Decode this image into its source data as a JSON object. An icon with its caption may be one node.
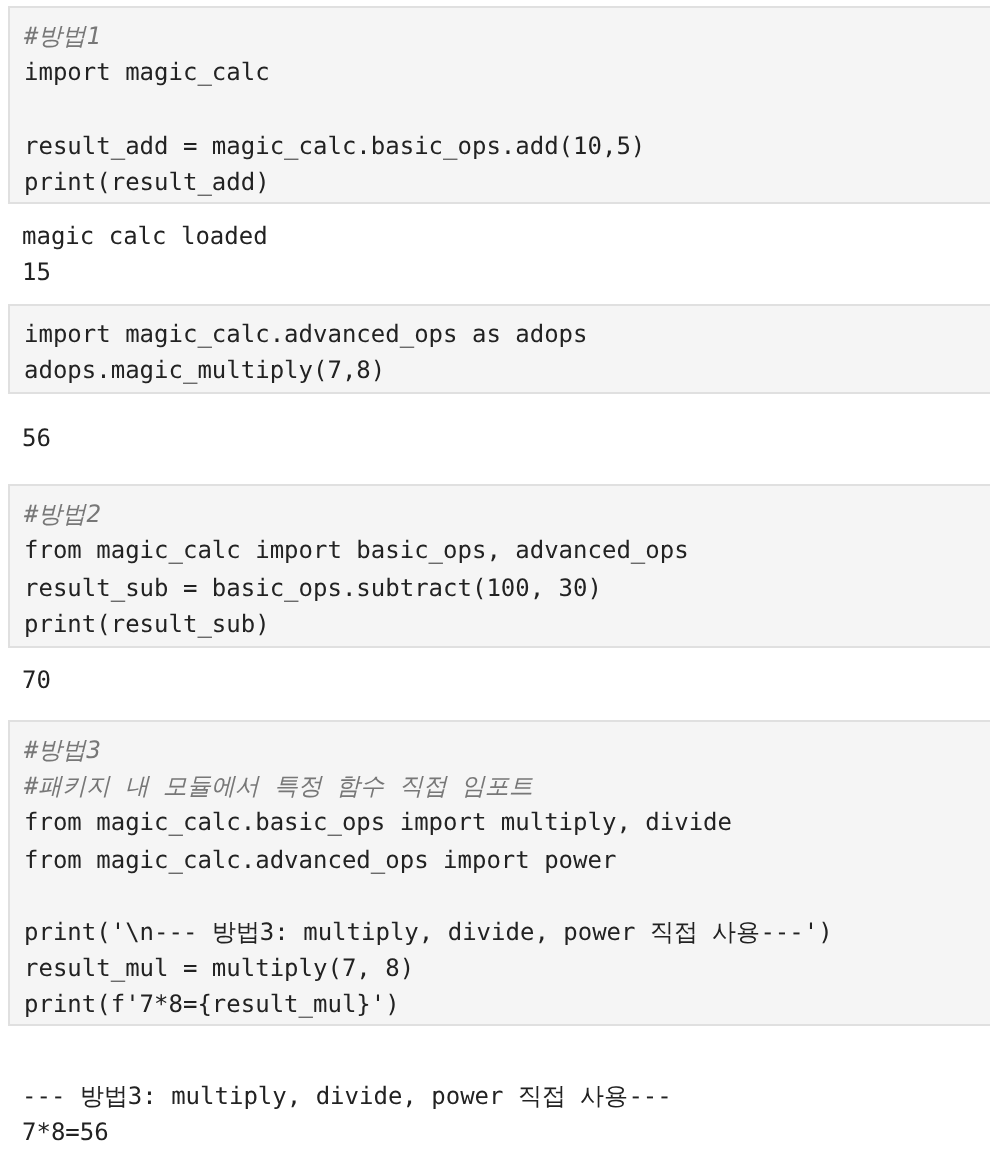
{
  "diagram": {
    "nodes": [
      {
        "text": [
          "#방법1",
          "import magic_calc",
          "result_add = magic_calc.basic_ops.add(10,5)",
          "print(result_add)"
        ]
      },
      {
        "text": [
          "import magic_calc.advanced_ops as adops",
          "adops.magic_multiply(7,8)"
        ]
      },
      {
        "text": [
          "#방법2",
          "from magic_calc import basic_ops, advanced_ops",
          "result_sub = basic_ops.subtract(100, 30)",
          "print(result_sub)"
        ]
      },
      {
        "text": [
          "#방법3",
          "#패키지 내 모듈에서 특정 함수 직접 임포트",
          "from magic_calc.basic_ops import multiply, divide",
          "from magic_calc.advanced_ops import power",
          "print('\\n--- 방법3: multiply, divide, power 직접 사용---')",
          "result_mul = multiply(7, 8)",
          "print(f'7*8={result_mul}')"
        ]
      }
    ],
    "labels": [
      "magic calc loaded",
      "15",
      "56",
      "70",
      "--- 방법3: multiply, divide, power 직접 사용---",
      "7*8=56"
    ]
  }
}
